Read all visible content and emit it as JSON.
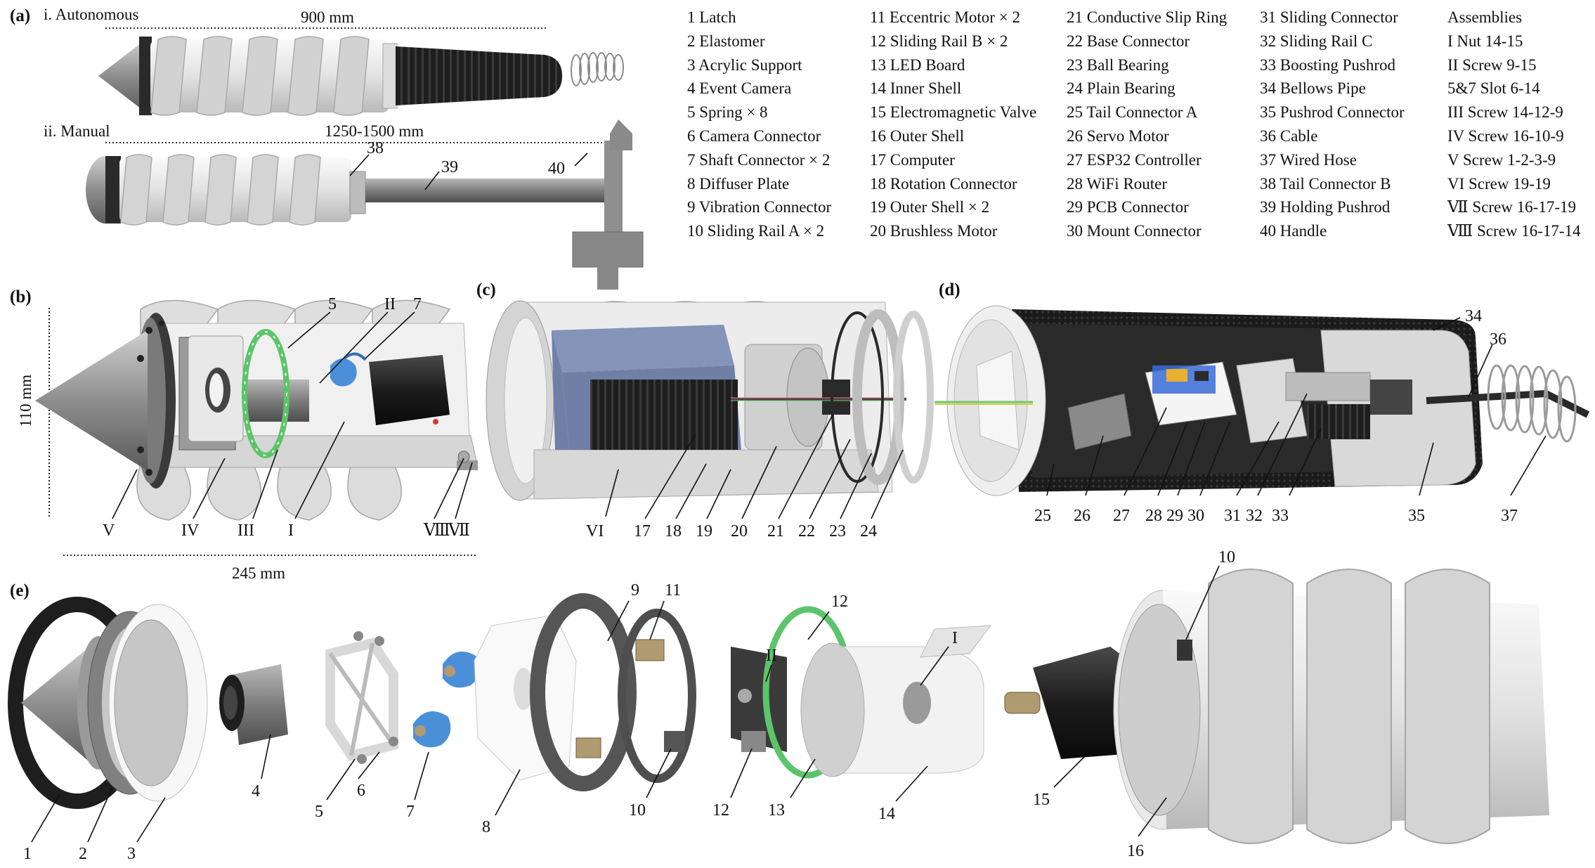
{
  "panels": {
    "a": "(a)",
    "b": "(b)",
    "c": "(c)",
    "d": "(d)",
    "e": "(e)"
  },
  "section_a": {
    "autonomous": "i. Autonomous",
    "manual": "ii. Manual",
    "dim_autonomous": "900 mm",
    "dim_manual": "1250-1500 mm",
    "callouts": [
      "38",
      "39",
      "40"
    ]
  },
  "section_b": {
    "dim_height": "110 mm",
    "dim_length": "245 mm",
    "top_callouts": [
      "5",
      "II",
      "7"
    ],
    "bottom_callouts": [
      "V",
      "IV",
      "III",
      "I",
      "Ⅷ",
      "Ⅶ"
    ]
  },
  "section_c": {
    "bottom_callouts": [
      "VI",
      "17",
      "18",
      "19",
      "20",
      "21",
      "22",
      "23",
      "24"
    ]
  },
  "section_d": {
    "top_callouts": [
      "34",
      "36"
    ],
    "bottom_callouts": [
      "25",
      "26",
      "27",
      "28",
      "29",
      "30",
      "31",
      "32",
      "33",
      "35",
      "37"
    ]
  },
  "section_e": {
    "callouts": [
      "1",
      "2",
      "3",
      "4",
      "5",
      "6",
      "7",
      "8",
      "9",
      "11",
      "10",
      "12",
      "II",
      "12",
      "13",
      "I",
      "14",
      "15",
      "10",
      "16"
    ]
  },
  "legend": {
    "col1": [
      "1  Latch",
      "2  Elastomer",
      "3  Acrylic Support",
      "4  Event Camera",
      "5  Spring × 8",
      "6  Camera Connector",
      "7  Shaft Connector × 2",
      "8  Diffuser Plate",
      "9  Vibration Connector",
      "10 Sliding Rail A × 2"
    ],
    "col2": [
      "11 Eccentric Motor × 2",
      "12 Sliding Rail B × 2",
      "13 LED Board",
      "14 Inner Shell",
      "15 Electromagnetic Valve",
      "16 Outer Shell",
      "17 Computer",
      "18 Rotation Connector",
      "19 Outer Shell × 2",
      "20 Brushless Motor"
    ],
    "col3": [
      "21 Conductive Slip Ring",
      "22 Base Connector",
      "23 Ball Bearing",
      "24 Plain Bearing",
      "25 Tail Connector A",
      "26 Servo Motor",
      "27 ESP32 Controller",
      "28 WiFi Router",
      "29 PCB Connector",
      "30 Mount Connector"
    ],
    "col4": [
      "31 Sliding Connector",
      "32 Sliding Rail C",
      "33 Boosting Pushrod",
      "34 Bellows Pipe",
      "35 Pushrod Connector",
      "36 Cable",
      "37 Wired Hose",
      "38 Tail Connector B",
      "39 Holding Pushrod",
      "40 Handle"
    ],
    "col5": [
      "Assemblies",
      "I   Nut    14-15",
      "II  Screw 9-15",
      "5&7 Slot  6-14",
      "III Screw 14-12-9",
      "IV Screw 16-10-9",
      "V  Screw 1-2-3-9",
      "VI Screw 19-19",
      "Ⅶ Screw 16-17-19",
      "Ⅷ Screw 16-17-14"
    ]
  },
  "colors": {
    "shell": "#e6e6e6",
    "shell_dark": "#bdbdbd",
    "metal": "#8c8c8c",
    "black": "#1e1e1e",
    "blue": "#4a90d9",
    "green": "#5cc46a",
    "computer_blue": "#6f7fa6"
  }
}
